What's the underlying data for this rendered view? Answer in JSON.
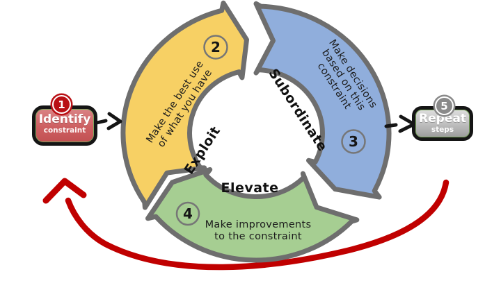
{
  "boxes": {
    "identify": {
      "number": "1",
      "title": "Identify",
      "subtitle": "constraint",
      "badge_color": "#b90f14",
      "fill": "#cd5f61"
    },
    "repeat": {
      "number": "5",
      "title": "Repeat",
      "subtitle": "steps",
      "badge_color": "#8a8a8a",
      "fill": "#bdbdbd"
    }
  },
  "cycle": {
    "exploit": {
      "number": "2",
      "label": "Exploit",
      "color": "#f7d064",
      "lines": [
        "Make the best use",
        "of what you have"
      ]
    },
    "subordinate": {
      "number": "3",
      "label": "Subordinate",
      "color": "#90aedc",
      "lines": [
        "Make decisions",
        "based on this",
        "constraint"
      ]
    },
    "elevate": {
      "number": "4",
      "label": "Elevate",
      "color": "#a6ce92",
      "lines": [
        "Make improvements",
        "to the constraint"
      ]
    }
  },
  "colors": {
    "outline": "#6e6e6e",
    "connector": "#151515",
    "loop_arrow": "#c00000",
    "circle_stroke": "#767676"
  }
}
